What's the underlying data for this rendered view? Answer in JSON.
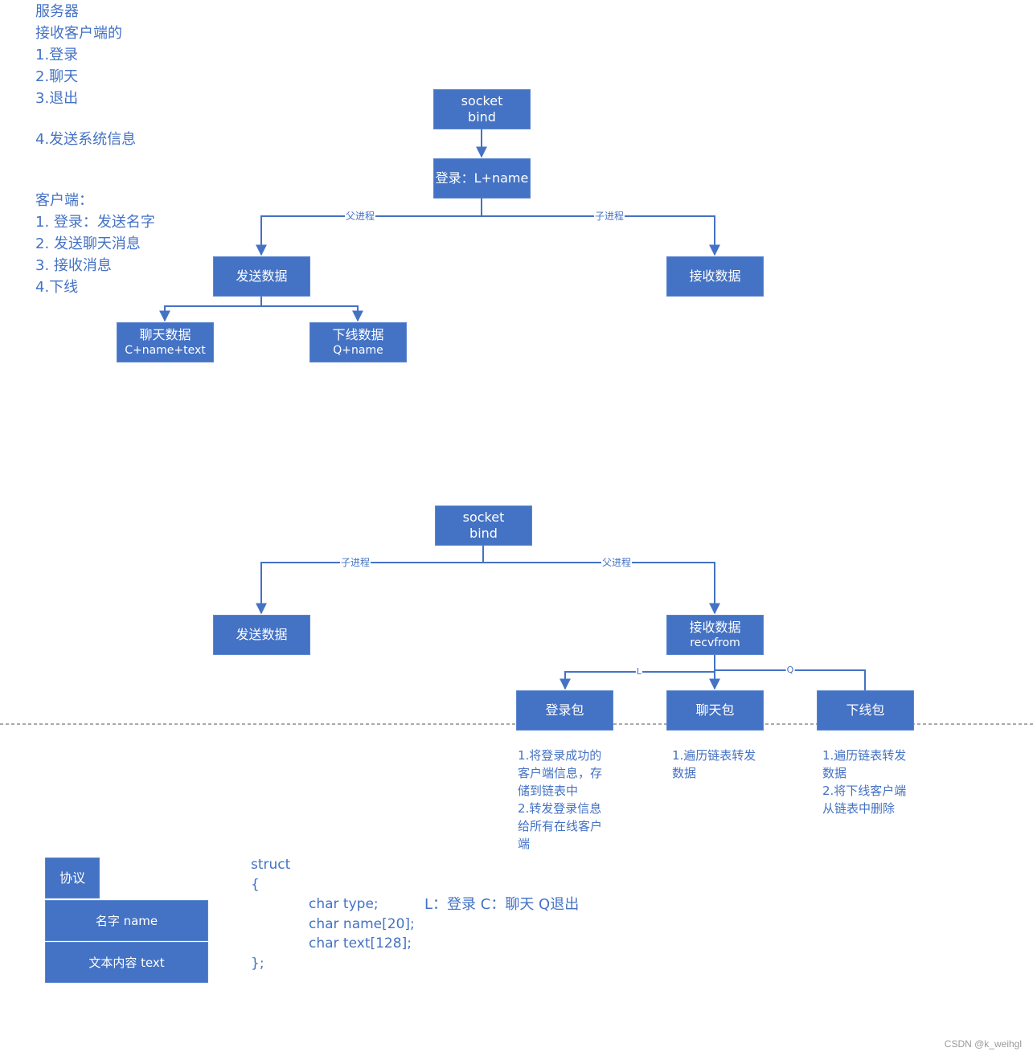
{
  "server_notes": [
    "服务器",
    "接收客户端的",
    "1.登录",
    "2.聊天",
    "3.退出",
    "4.发送系统信息"
  ],
  "client_notes": [
    "客户端：",
    "1. 登录：发送名字",
    "2. 发送聊天消息",
    "3. 接收消息",
    "4.下线"
  ],
  "client_flow": {
    "socket": [
      "socket",
      "bind"
    ],
    "login": "登录：L+name",
    "parent_label": "父进程",
    "child_label": "子进程",
    "send": "发送数据",
    "recv": "接收数据",
    "chat": [
      "聊天数据",
      "C+name+text"
    ],
    "offline": [
      "下线数据",
      "Q+name"
    ]
  },
  "server_flow": {
    "socket": [
      "socket",
      "bind"
    ],
    "child_label": "子进程",
    "parent_label": "父进程",
    "send": "发送数据",
    "recv": [
      "接收数据",
      "recvfrom"
    ],
    "l_label": "L",
    "q_label": "Q",
    "login_pkg": "登录包",
    "chat_pkg": "聊天包",
    "offline_pkg": "下线包",
    "login_desc": [
      "1.将登录成功的",
      "客户端信息，存",
      "储到链表中",
      "2.转发登录信息",
      "给所有在线客户",
      "端"
    ],
    "chat_desc": [
      "1.遍历链表转发",
      "数据"
    ],
    "offline_desc": [
      "1.遍历链表转发",
      "数据",
      "2.将下线客户端",
      "从链表中删除"
    ]
  },
  "protocol": {
    "title": "协议",
    "name_field": "名字 name",
    "text_field": "文本内容 text"
  },
  "code": {
    "lines": [
      "struct",
      "{",
      "char type;",
      "char name[20];",
      "char text[128];",
      "};"
    ],
    "comment": "L：登录 C：聊天 Q退出"
  },
  "watermark": "CSDN @k_weihgl",
  "colors": {
    "box": "#4472c4",
    "line": "#4472c4",
    "text": "#4472c4"
  }
}
